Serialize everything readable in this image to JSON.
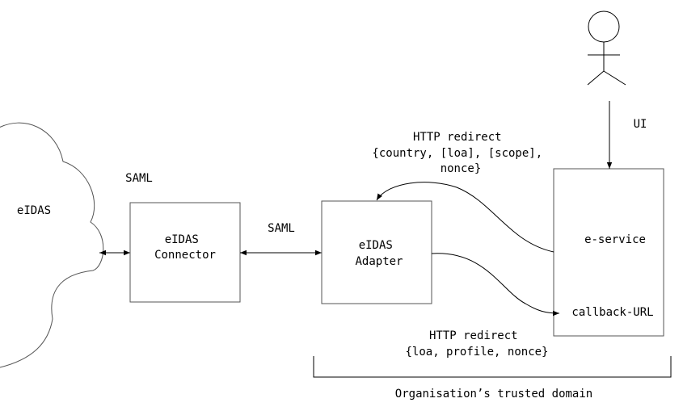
{
  "nodes": {
    "eidas_cloud": "eIDAS",
    "connector": [
      "eIDAS",
      "Connector"
    ],
    "adapter": [
      "eIDAS",
      "Adapter"
    ],
    "eservice": "e-service",
    "callback": "callback-URL"
  },
  "edges": {
    "saml_cloud": "SAML",
    "saml_connector": "SAML",
    "ui": "UI",
    "redirect_request": [
      "HTTP redirect",
      "{country, [loa], [scope],",
      "nonce}"
    ],
    "redirect_response": [
      "HTTP redirect",
      "{loa, profile, nonce}"
    ]
  },
  "domain_label": "Organisation’s trusted domain"
}
